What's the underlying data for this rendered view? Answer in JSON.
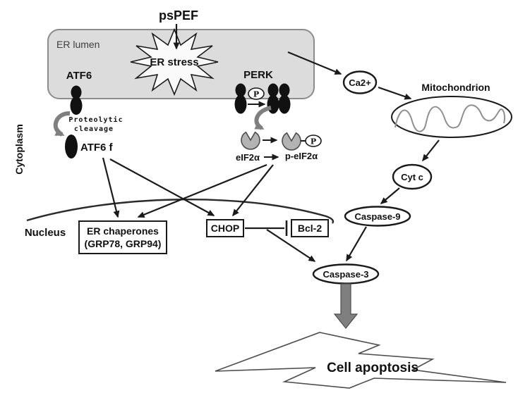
{
  "diagram_title": "psPEF",
  "compartments": {
    "er_lumen": "ER lumen",
    "cytoplasm": "Cytoplasm",
    "nucleus": "Nucleus"
  },
  "nodes": {
    "er_stress": "ER stress",
    "atf6": "ATF6",
    "perk": "PERK",
    "phospho": "P",
    "atf6f": "ATF6 f",
    "cleavage_line1": "Proteolytic",
    "cleavage_line2": "cleavage",
    "eif2a": "eIF2α",
    "p_eif2a": "p-eIF2α",
    "ca2": "Ca2+",
    "mitochondrion": "Mitochondrion",
    "cytc": "Cyt c",
    "caspase9": "Caspase-9",
    "caspase3": "Caspase-3",
    "er_chaperones_line1": "ER chaperones",
    "er_chaperones_line2": "(GRP78, GRP94)",
    "chop": "CHOP",
    "bcl2": "Bcl-2",
    "cell_apoptosis": "Cell apoptosis"
  },
  "colors": {
    "er_fill": "#dcdcdc",
    "er_stroke": "#8c8c8c",
    "gray_arrow": "#7f7f7f",
    "pacman_fill": "#b3b3b3",
    "wave_gray": "#909090",
    "burst_fill": "#fafafa"
  }
}
